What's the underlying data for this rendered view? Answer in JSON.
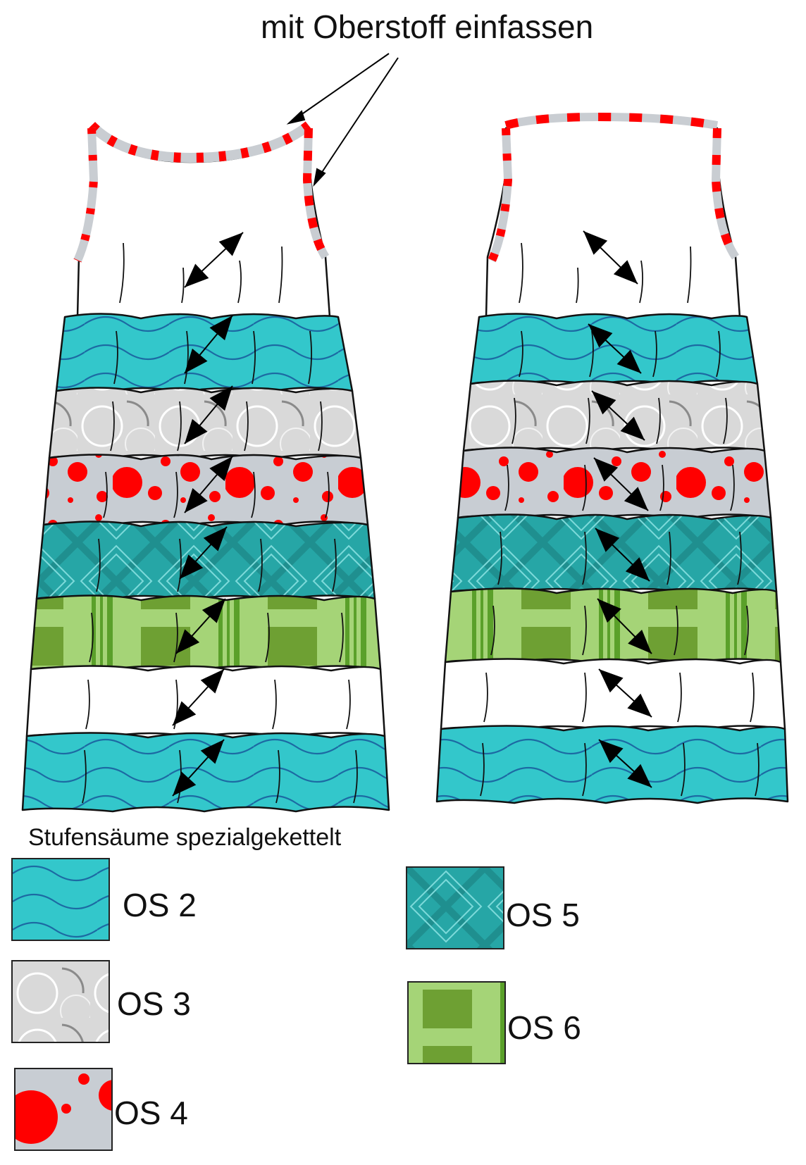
{
  "annotation": "mit Oberstoff einfassen",
  "legend": {
    "title": "Stufensäume spezialgekettelt",
    "items": [
      {
        "label": "OS 2",
        "pattern": "waves",
        "color": "#33c7cb"
      },
      {
        "label": "OS 3",
        "pattern": "circles",
        "color": "#d9d9d9"
      },
      {
        "label": "OS 4",
        "pattern": "dots",
        "color": "#c8cdd3"
      },
      {
        "label": "OS 5",
        "pattern": "diamond",
        "color": "#26a6a6"
      },
      {
        "label": "OS 6",
        "pattern": "stripes",
        "color": "#a5d477"
      }
    ]
  },
  "colors": {
    "binding": "#c9cdd2",
    "dot": "#ff0000",
    "outline": "#111111",
    "arrow": "#000000"
  }
}
